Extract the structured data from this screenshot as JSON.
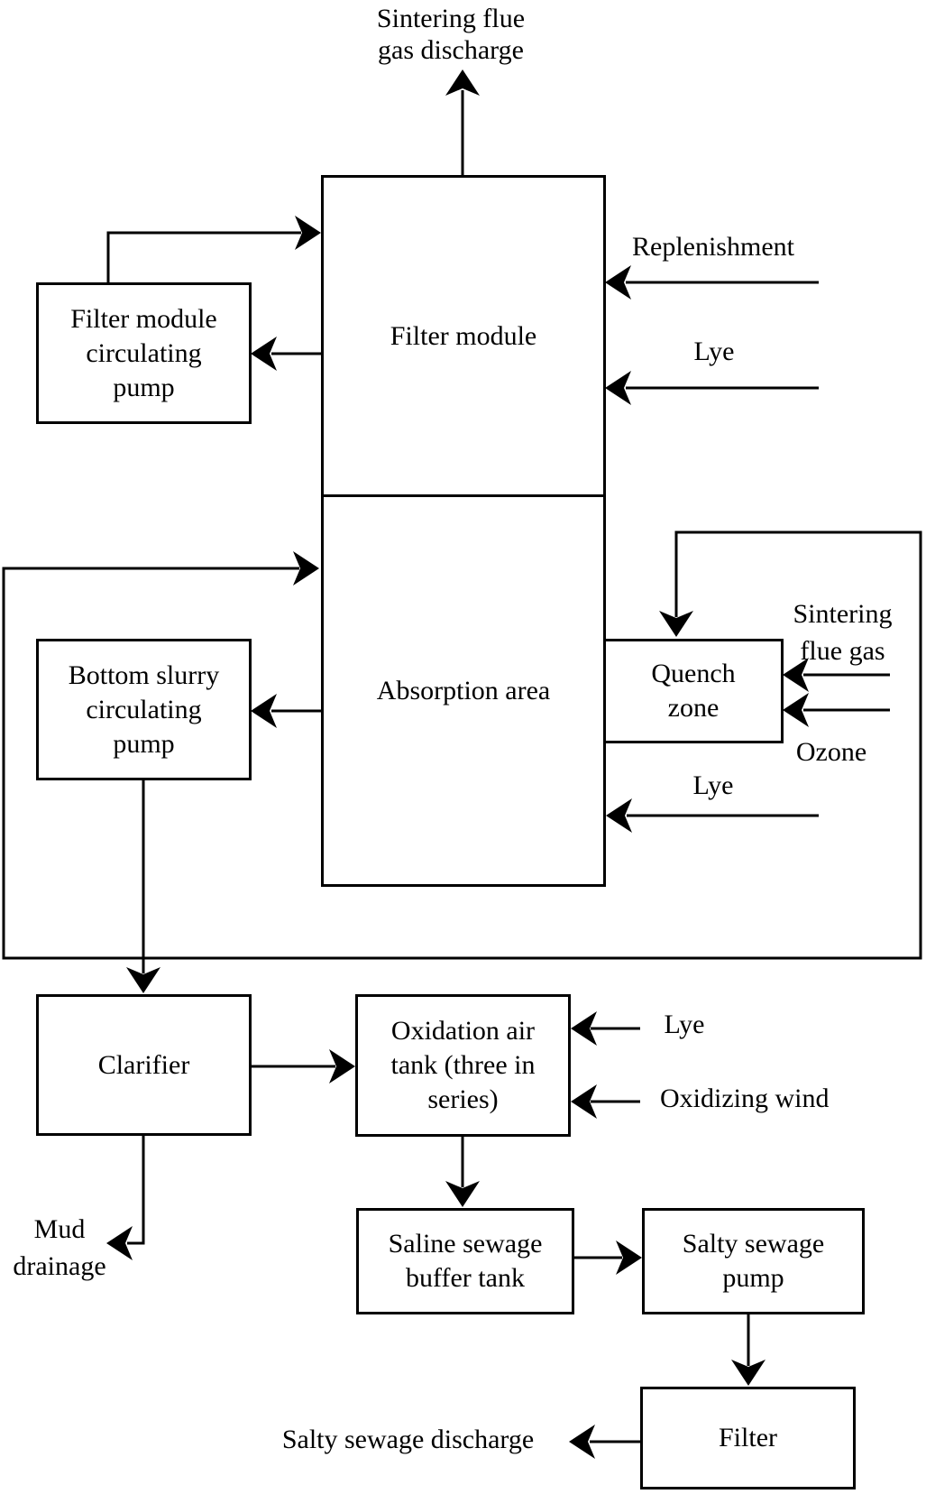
{
  "boxes": {
    "filter_module": {
      "label": "Filter module"
    },
    "filter_pump": {
      "label": [
        "Filter module",
        "circulating",
        "pump"
      ]
    },
    "absorption": {
      "label": "Absorption area"
    },
    "bottom_pump": {
      "label": [
        "Bottom slurry",
        "circulating",
        "pump"
      ]
    },
    "quench": {
      "label": [
        "Quench",
        "zone"
      ]
    },
    "clarifier": {
      "label": "Clarifier"
    },
    "oxidation": {
      "label": [
        "Oxidation air",
        "tank (three in",
        "series)"
      ]
    },
    "saline_tank": {
      "label": [
        "Saline sewage",
        "buffer tank"
      ]
    },
    "salty_pump": {
      "label": [
        "Salty sewage",
        "pump"
      ]
    },
    "filter": {
      "label": "Filter"
    }
  },
  "streams": {
    "flue_discharge": [
      "Sintering flue",
      "gas discharge"
    ],
    "replenishment": "Replenishment",
    "lye_filter": "Lye",
    "sintering_flue_gas": [
      "Sintering",
      "flue gas"
    ],
    "ozone": "Ozone",
    "lye_absorption": "Lye",
    "lye_oxidation": "Lye",
    "oxidizing_wind": "Oxidizing wind",
    "mud_drainage": [
      "Mud",
      "drainage"
    ],
    "salty_discharge": "Salty sewage discharge"
  },
  "colors": {
    "line": "#000000",
    "text": "#000000",
    "background": "#ffffff"
  }
}
